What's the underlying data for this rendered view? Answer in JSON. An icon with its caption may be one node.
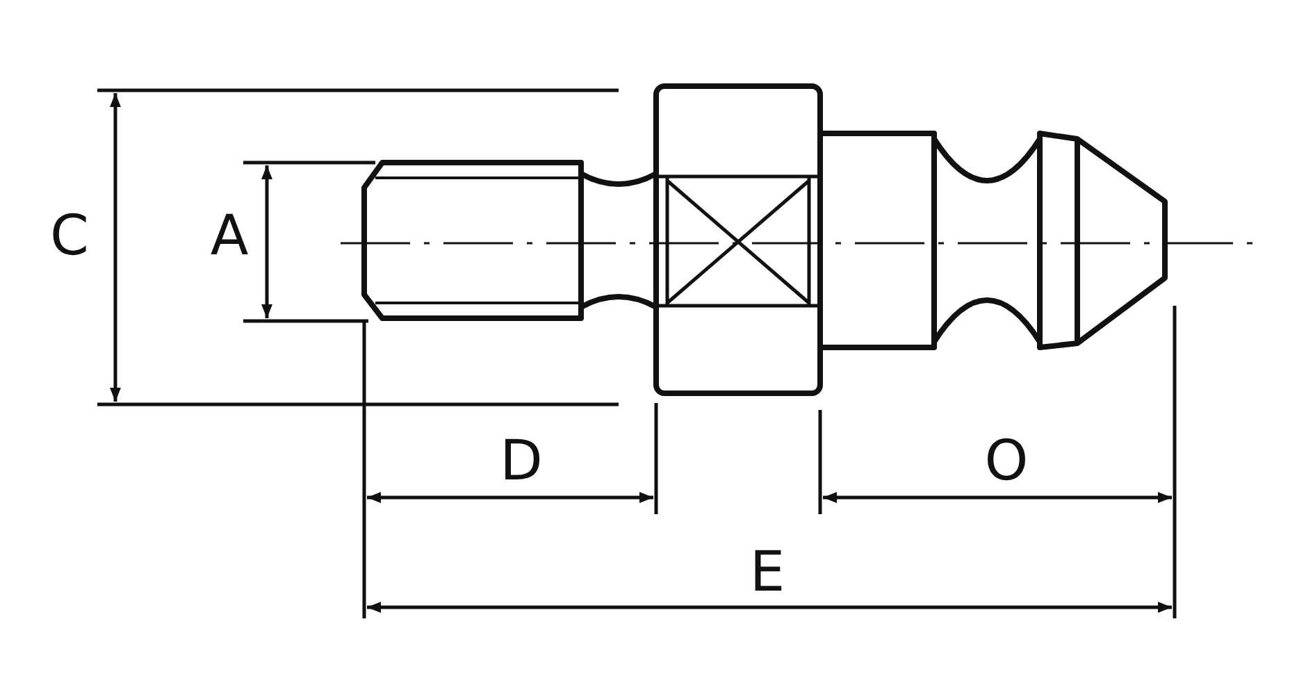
{
  "diagram": {
    "labels": [
      "C",
      "A",
      "D",
      "O",
      "E"
    ]
  }
}
